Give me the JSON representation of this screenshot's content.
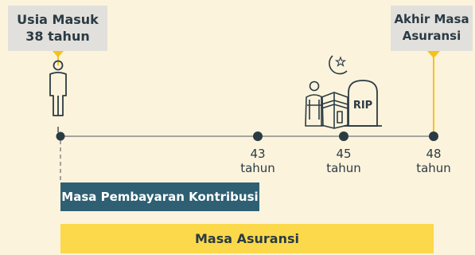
{
  "start_tag": {
    "line1": "Usia Masuk",
    "line2": "38 tahun"
  },
  "end_tag": {
    "line1": "Akhir Masa",
    "line2": "Asuransi"
  },
  "milestones": [
    {
      "age": "43",
      "unit": "tahun"
    },
    {
      "age": "45",
      "unit": "tahun"
    },
    {
      "age": "48",
      "unit": "tahun"
    }
  ],
  "tombstone_text": "RIP",
  "payment_bar_label": "Masa Pembayaran Kontribusi",
  "insurance_bar_label": "Masa Asuransi",
  "colors": {
    "background": "#fcf3dc",
    "tag_bg": "#e2e0dc",
    "accent_yellow": "#f5c21b",
    "dark": "#2b3b44",
    "payment_bar": "#2f5f72",
    "insurance_bar": "#fbd94a"
  },
  "icons": [
    "person-icon",
    "crescent-star-icon",
    "praying-figure-icon",
    "kaaba-icon",
    "tombstone-icon"
  ]
}
